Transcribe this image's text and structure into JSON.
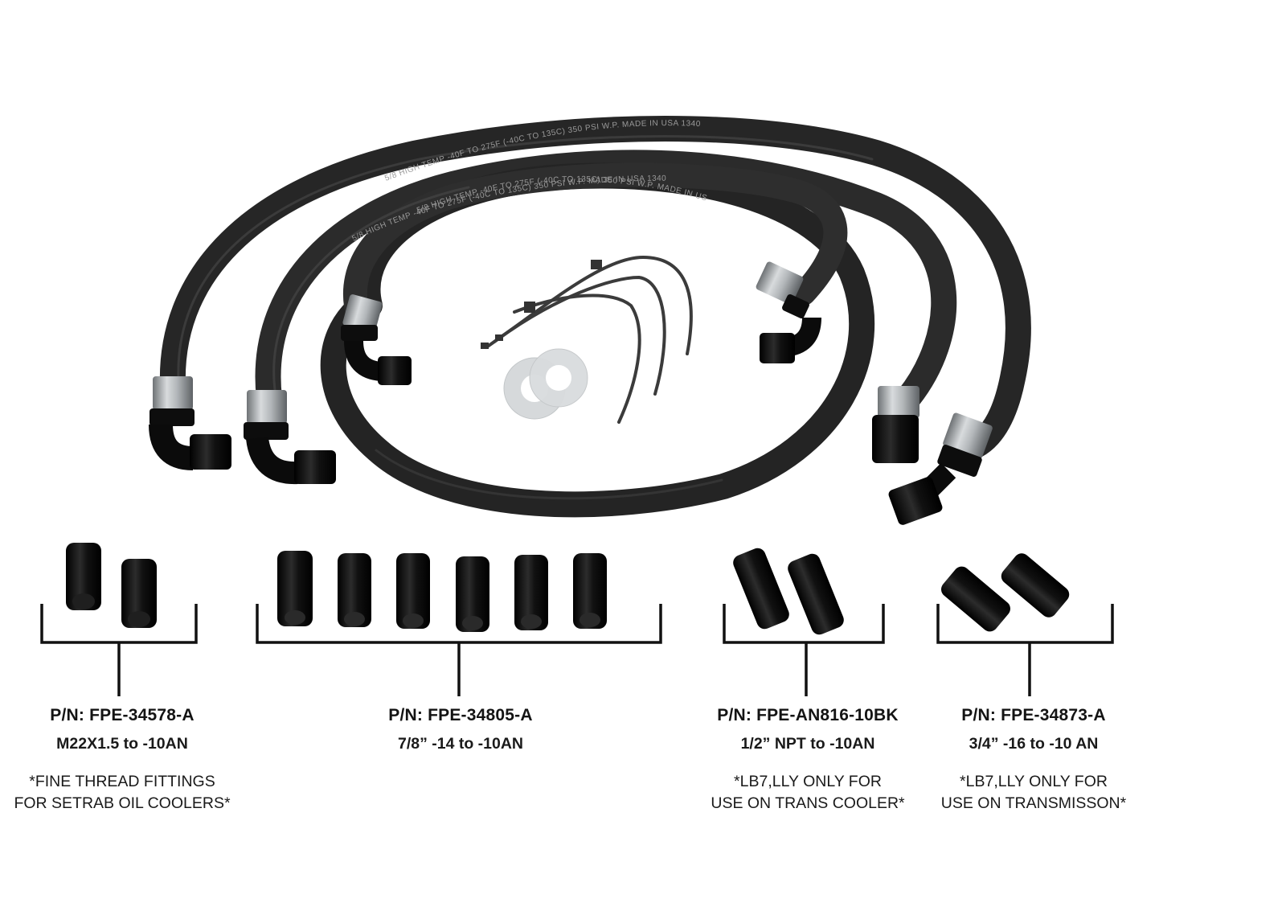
{
  "hose_print": "5/8 HIGH TEMP -40F TO 275F (-40C TO 135C) 350 PSI W.P. MADE IN USA 1340",
  "kit_contents": {
    "hoses": 4,
    "zip_ties": 3,
    "crush_washers": 2
  },
  "colors": {
    "background": "#ffffff",
    "hose": "#262626",
    "fitting": "#0d0d0d",
    "ferrule": "#a9adb0",
    "bracket": "#111111",
    "washer": "#d6d9db"
  },
  "groups": [
    {
      "part_number": "P/N: FPE-34578-A",
      "spec": "M22X1.5 to -10AN",
      "note_lines": [
        "*FINE THREAD FITTINGS",
        "FOR SETRAB OIL COOLERS*"
      ],
      "fitting_count": 2
    },
    {
      "part_number": "P/N: FPE-34805-A",
      "spec": "7/8” -14 to -10AN",
      "note_lines": [],
      "fitting_count": 6
    },
    {
      "part_number": "P/N: FPE-AN816-10BK",
      "spec": "1/2” NPT to -10AN",
      "note_lines": [
        "*LB7,LLY ONLY FOR",
        "USE ON TRANS COOLER*"
      ],
      "fitting_count": 2
    },
    {
      "part_number": "P/N: FPE-34873-A",
      "spec": "3/4” -16 to -10 AN",
      "note_lines": [
        "*LB7,LLY ONLY FOR",
        "USE ON TRANSMISSON*"
      ],
      "fitting_count": 2
    }
  ]
}
